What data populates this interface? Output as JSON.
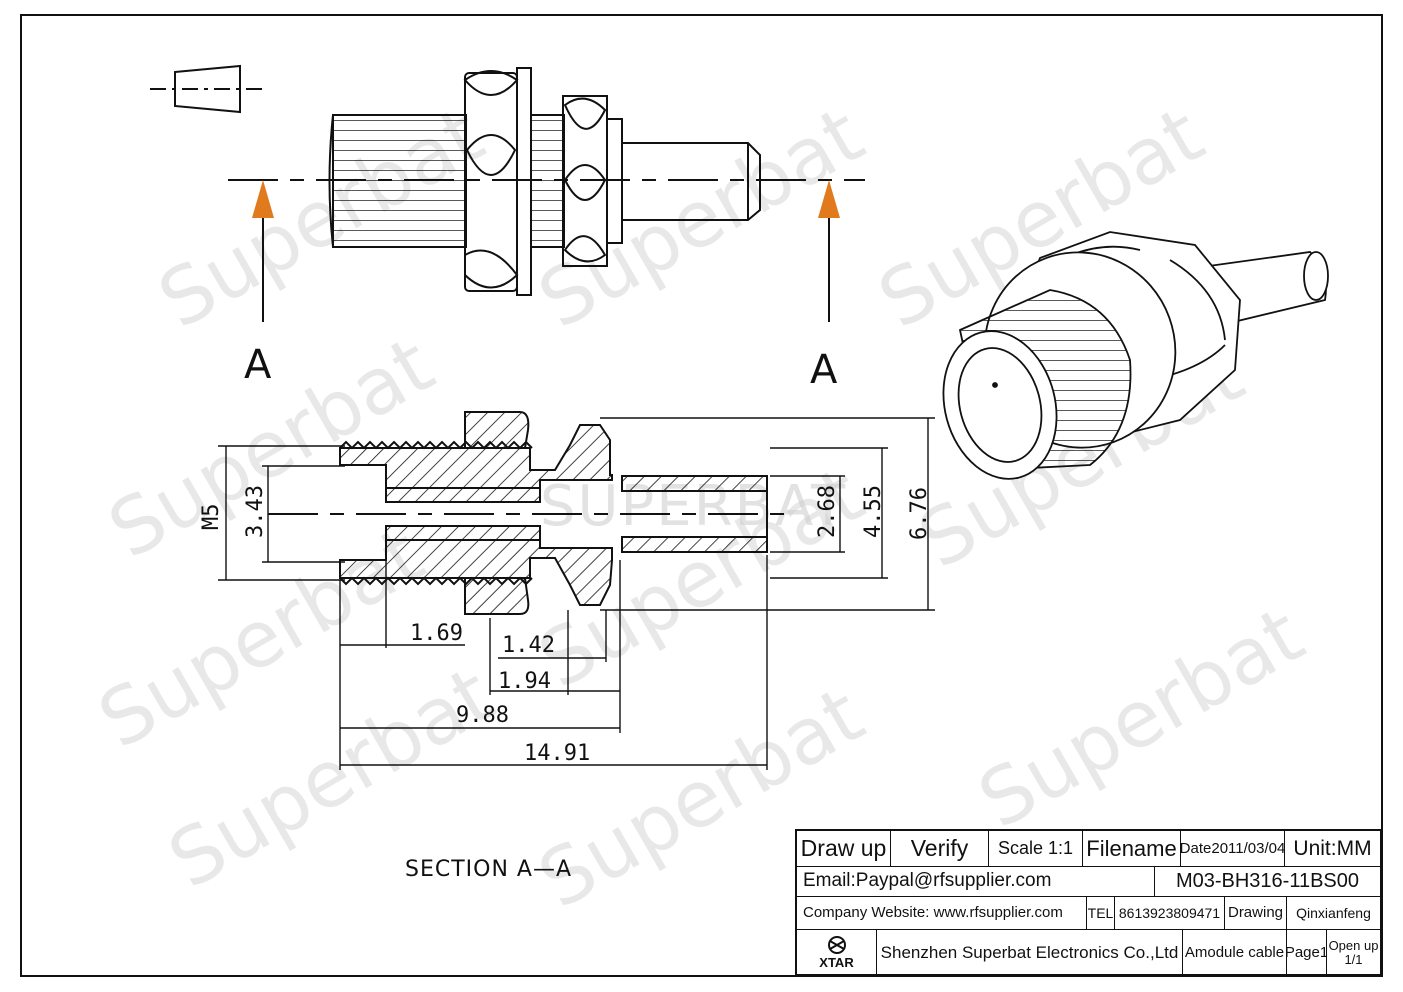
{
  "watermark": {
    "text": "Superbat",
    "center_text": "SUPERBAT"
  },
  "section_marks": {
    "left": "A",
    "right": "A"
  },
  "section_label": "SECTION  A—A",
  "dimensions": {
    "m5": "M5",
    "d343": "3.43",
    "d268": "2.68",
    "d455": "4.55",
    "d676": "6.76",
    "d169": "1.69",
    "d142": "1.42",
    "d194": "1.94",
    "d988": "9.88",
    "d1491": "14.91"
  },
  "title_block": {
    "draw_up": "Draw up",
    "verify": "Verify",
    "scale": "Scale 1:1",
    "filename": "Filename",
    "date": "Date2011/03/04",
    "unit": "Unit:MM",
    "email": "Email:Paypal@rfsupplier.com",
    "part_number": "M03-BH316-11BS00",
    "website": "Company Website:  www.rfsupplier.com",
    "tel_label": "TEL",
    "tel": "8613923809471",
    "drawing_label": "Drawing",
    "drawer": "Qinxianfeng",
    "logo_text": "XTAR",
    "company": "Shenzhen Superbat Electronics Co.,Ltd",
    "product": "Amodule cable",
    "page": "Page1",
    "open_up": "Open up",
    "open_up_value": "1/1"
  },
  "colors": {
    "arrow": "#e07a1c",
    "line": "#111111",
    "watermark": "#d6d6d6"
  }
}
